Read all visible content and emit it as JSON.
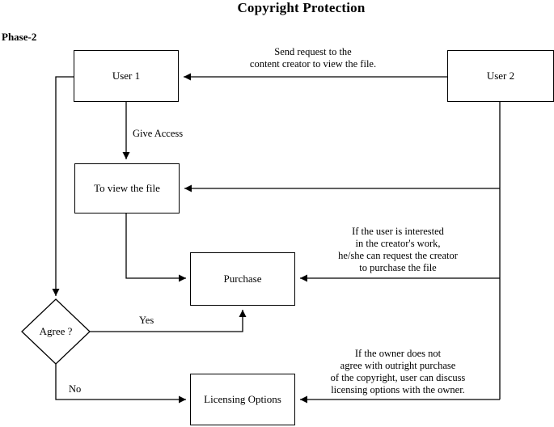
{
  "title": "Copyright Protection",
  "phase_label": "Phase-2",
  "style": {
    "line_color": "#000000",
    "background": "#ffffff"
  },
  "nodes": {
    "user1": "User 1",
    "user2": "User 2",
    "view_file": "To view the file",
    "purchase": "Purchase",
    "agree": "Agree ?",
    "licensing": "Licensing Options"
  },
  "edge_labels": {
    "send_request": "Send request to the\ncontent creator to view the file.",
    "give_access": "Give Access",
    "purchase_note": "If the user is interested\nin the creator's work,\nhe/she can request the creator\nto purchase the file",
    "licensing_note": "If the owner does not\nagree with outright purchase\nof the copyright, user can discuss\nlicensing options with the owner.",
    "yes": "Yes",
    "no": "No"
  }
}
